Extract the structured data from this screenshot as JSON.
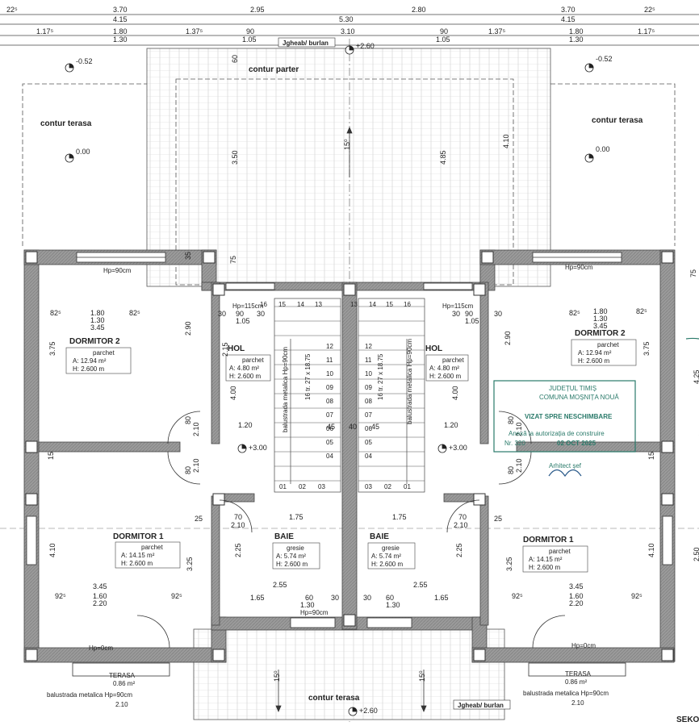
{
  "top_dims": {
    "row1": [
      "22⁵",
      "3.70",
      "2.95",
      "2.80",
      "3.70",
      "22⁵"
    ],
    "row2": [
      "4.15",
      "5.30",
      "4.15"
    ],
    "row3": [
      "1.17⁵",
      "1.80",
      "1.37⁵",
      "90",
      "3.10",
      "90",
      "1.37⁵",
      "1.80",
      "1.17⁵"
    ],
    "row4": [
      "1.30",
      "1.05",
      "1.05",
      "1.30"
    ]
  },
  "labels": {
    "jgheab_top": "Jgheab/ burlan",
    "jgheab_bottom": "Jgheab/ burlan",
    "contur_parter": "contur parter",
    "contur_terasa_left": "contur terasa",
    "contur_terasa_right": "contur terasa",
    "contur_terasa_bottom": "contur terasa",
    "roof_slope": "15⁰",
    "roof_slope_b1": "15⁰",
    "roof_slope_b2": "15⁰"
  },
  "levels": {
    "top_center": "+2.60",
    "left_top": "-0.52",
    "right_top": "-0.52",
    "left_mid": "0.00",
    "right_mid": "0.00",
    "left_hol": "+3.00",
    "right_hol": "+3.00",
    "bottom_center": "+2.60"
  },
  "roof_dims": [
    "60",
    "3.50",
    "4.85",
    "4.10",
    "75",
    "75"
  ],
  "rooms": {
    "dormitor2_left": {
      "name": "DORMITOR 2",
      "floor": "parchet",
      "area": "A:   12.94 m²",
      "height": "H:   2.600 m"
    },
    "dormitor2_right": {
      "name": "DORMITOR 2",
      "floor": "parchet",
      "area": "A:   12.94 m²",
      "height": "H:   2.600 m"
    },
    "hol_left": {
      "name": "HOL",
      "floor": "parchet",
      "area": "A:   4.80 m²",
      "height": "H:   2.600 m"
    },
    "hol_right": {
      "name": "HOL",
      "floor": "parchet",
      "area": "A:   4.80 m²",
      "height": "H:   2.600 m"
    },
    "dormitor1_left": {
      "name": "DORMITOR 1",
      "floor": "parchet",
      "area": "A:   14.15 m²",
      "height": "H:   2.600 m"
    },
    "dormitor1_right": {
      "name": "DORMITOR 1",
      "floor": "parchet",
      "area": "A:   14.15 m²",
      "height": "H:   2.600 m"
    },
    "baie_left": {
      "name": "BAIE",
      "floor": "gresie",
      "area": "A:   5.74 m²",
      "height": "H:   2.600 m"
    },
    "baie_right": {
      "name": "BAIE",
      "floor": "gresie",
      "area": "A:   5.74 m²",
      "height": "H:   2.600 m"
    }
  },
  "window_labels": {
    "hp90_left_top": "Hp=90cm",
    "hp90_right_top": "Hp=90cm",
    "hp115_left": "Hp=115cm",
    "hp115_right": "Hp=115cm",
    "hp90_bottom_center": "Hp=90cm",
    "hp0_left": "Hp=0cm",
    "hp0_right": "Hp=0cm"
  },
  "terasa": {
    "left": {
      "name": "TERASA",
      "area": "0.86 m²",
      "rail": "balustrada metalica Hp=90cm",
      "dim": "2.10"
    },
    "right": {
      "name": "TERASA",
      "area": "0.86 m²",
      "rail": "balustrada metalica Hp=90cm",
      "dim": "2.10"
    }
  },
  "stair": {
    "rail_text": "balustrada metalica Hp=90cm",
    "steps_text": "16 tr. 27 x 18.75",
    "numbers_top": [
      "16",
      "15",
      "14",
      "13"
    ],
    "numbers_mid": [
      "12",
      "11",
      "10",
      "09",
      "08",
      "07",
      "06",
      "05",
      "04"
    ],
    "numbers_bot": [
      "01",
      "02",
      "03"
    ]
  },
  "room_dims": {
    "d2_row": [
      "82⁵",
      "1.80",
      "82⁵"
    ],
    "d2_row2": [
      "1.30"
    ],
    "d2_row3": [
      "3.45"
    ],
    "d2_h": "3.75",
    "d2_h2": "2.90",
    "hol_row": [
      "30",
      "90",
      "30"
    ],
    "hol_row2": [
      "1.05"
    ],
    "hol_h": "2.15",
    "hol_h2": "4.00",
    "hol_w": "1.20",
    "d1_row": [
      "92⁵",
      "1.60",
      "92⁵"
    ],
    "d1_row2": [
      "2.20"
    ],
    "d1_row3": [
      "3.45"
    ],
    "d1_h": "4.10",
    "d1_h2": "3.25",
    "baie_w": "1.75",
    "baie_w2": "2.55",
    "baie_row": [
      "1.65",
      "60",
      "30"
    ],
    "baie_row2": [
      "1.30"
    ],
    "baie_h": "2.25",
    "door_80": "80",
    "door_210": "2.10",
    "door_70": "70",
    "wall_25": "25",
    "wall_15": "15",
    "wall_35": "35",
    "wall_40": "40",
    "wall_45": "45",
    "side_250": "2.50",
    "side_425": "4.25"
  },
  "stamp": {
    "line1": "JUDEȚUL TIMIȘ",
    "line2": "COMUNA MOȘNIȚA NOUĂ",
    "line3": "VIZAT SPRE NESCHIMBARE",
    "line4": "Anexă la autorizația de construire",
    "line5": "Nr. 320",
    "date": "02 OCT 2025",
    "line6": "Arhitect șef"
  },
  "corner_brand": "SEKO",
  "colors": {
    "wall": "#8a8a8a",
    "wall_dark": "#555555",
    "line": "#333333",
    "stamp": "#2a7a6a",
    "roof_hatch": "#c8c8c8"
  }
}
